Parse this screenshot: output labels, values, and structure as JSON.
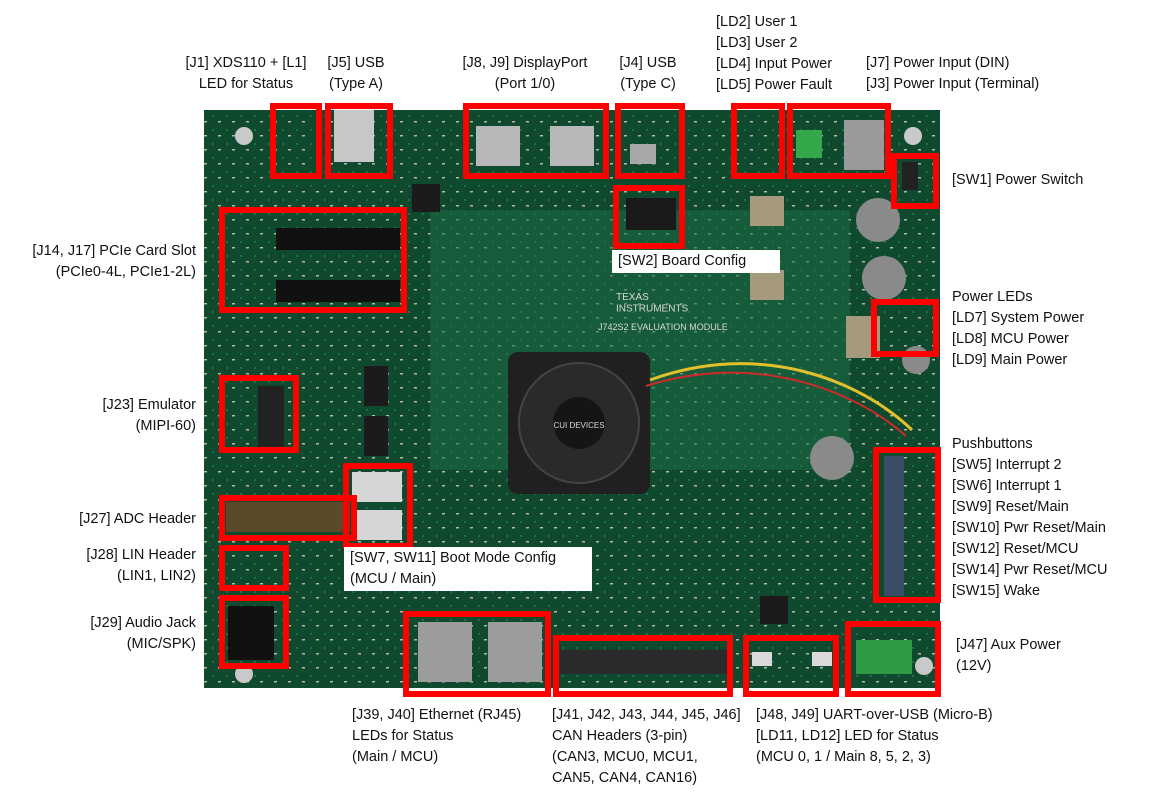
{
  "colors": {
    "highlight": "#ff0000",
    "pcb": "#0f4a2e",
    "pcb_light": "#1d6b46",
    "background": "#ffffff"
  },
  "labels": {
    "j1": "[J1] XDS110 + [L1]\nLED for Status",
    "j5": "[J5] USB\n(Type A)",
    "j8_j9": "[J8, J9] DisplayPort\n(Port 1/0)",
    "j4": "[J4] USB\n(Type C)",
    "ld_group": "[LD2] User 1\n[LD3] User 2\n[LD4] Input Power\n[LD5] Power Fault",
    "j7_j3": "[J7] Power Input (DIN)\n[J3] Power Input (Terminal)",
    "sw1": "[SW1] Power Switch",
    "j14_j17": "[J14, J17] PCIe Card Slot\n(PCIe0-4L, PCIe1-2L)",
    "sw2": "[SW2] Board Config",
    "power_leds": "Power LEDs\n[LD7] System Power\n[LD8] MCU Power\n[LD9] Main Power",
    "j23": "[J23] Emulator\n(MIPI-60)",
    "pushbuttons": "Pushbuttons\n[SW5] Interrupt 2\n[SW6] Interrupt 1\n[SW9] Reset/Main\n[SW10] Pwr Reset/Main\n[SW12] Reset/MCU\n[SW14] Pwr Reset/MCU\n[SW15] Wake",
    "j27": "[J27] ADC Header",
    "j28": "[J28] LIN Header\n(LIN1, LIN2)",
    "sw7_sw11": "[SW7, SW11] Boot Mode Config\n(MCU / Main)",
    "j29": "[J29] Audio Jack\n(MIC/SPK)",
    "j47": "[J47] Aux Power\n(12V)",
    "j39_j40": "[J39, J40] Ethernet (RJ45)\nLEDs for Status\n(Main / MCU)",
    "can": "[J41, J42, J43, J44, J45, J46]\nCAN Headers (3-pin)\n(CAN3, MCU0, MCU1,\nCAN5, CAN4, CAN16)",
    "j48_j49": "[J48, J49] UART-over-USB (Micro-B)\n[LD11, LD12] LED for Status\n(MCU 0, 1 / Main 8, 5, 2, 3)"
  },
  "board_text": {
    "brand": "TEXAS\nINSTRUMENTS",
    "model": "J742S2 EVALUATION MODULE",
    "fan": "CUI DEVICES"
  }
}
